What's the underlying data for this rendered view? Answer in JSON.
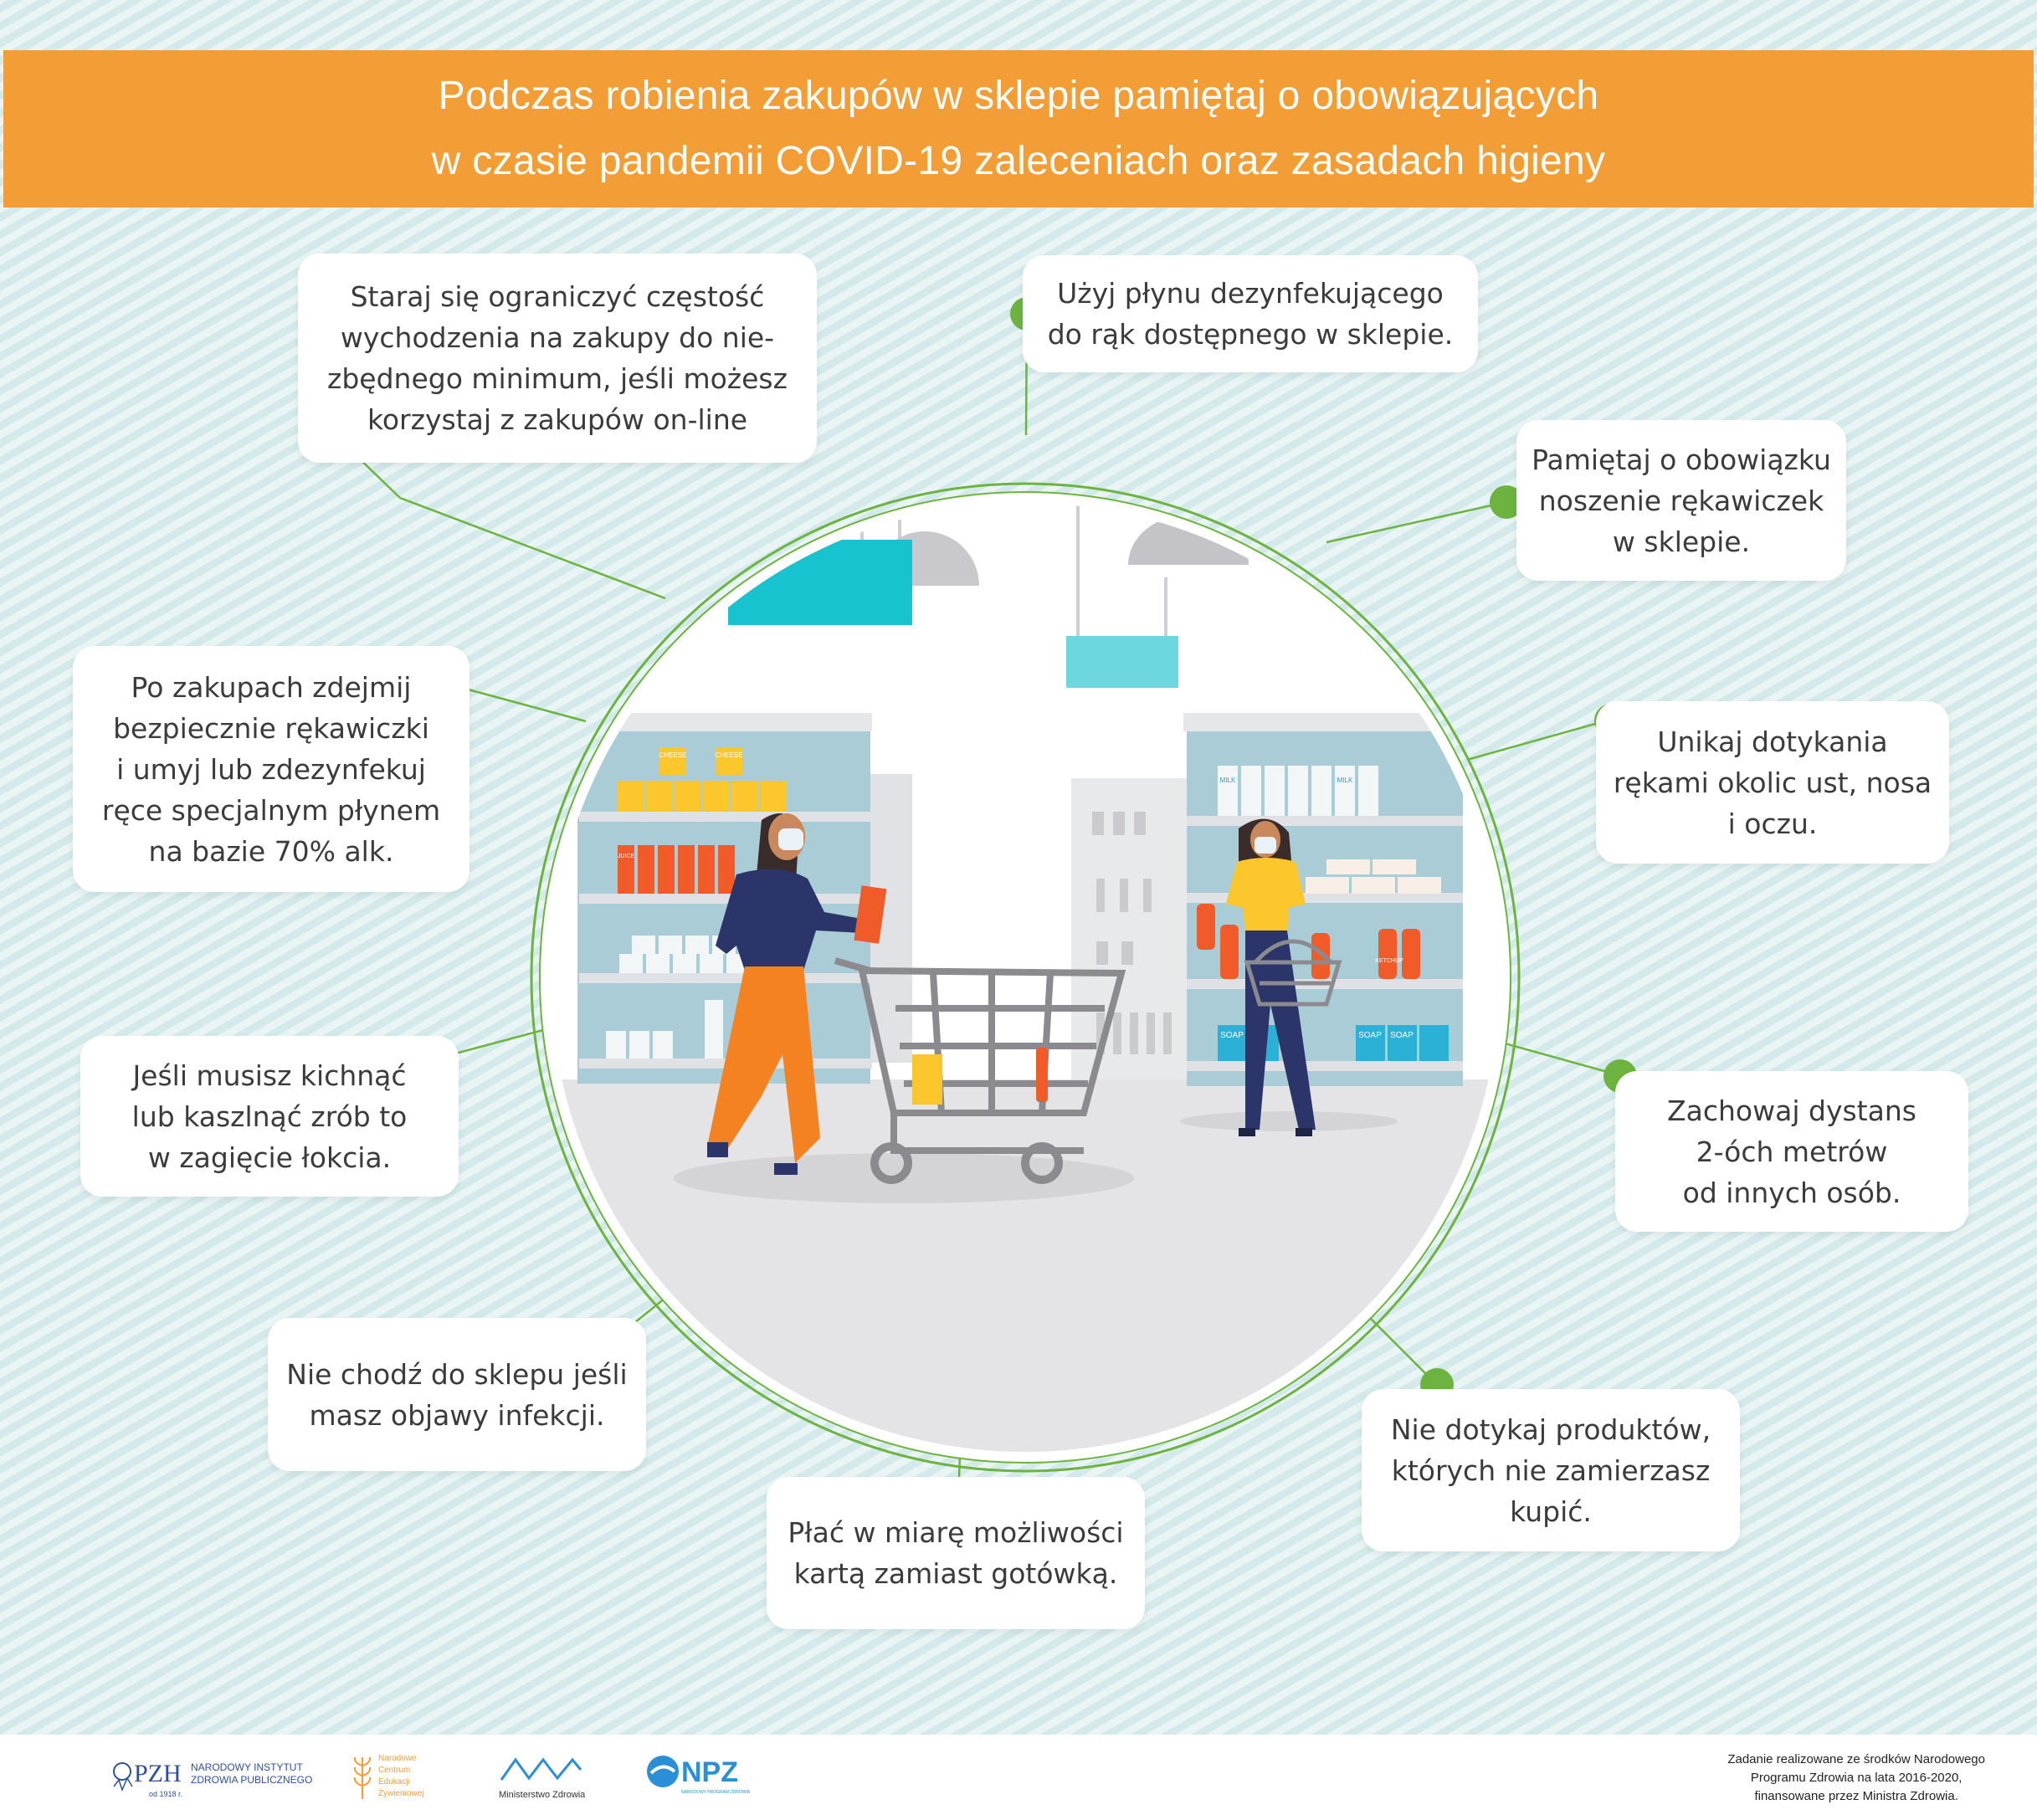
{
  "header": {
    "line1": "Podczas robienia zakupów w sklepie pamiętaj o obowiązujących",
    "line2": "w czasie pandemii COVID-19 zaleceniach oraz zasadach higieny"
  },
  "tips": {
    "limit_shopping": [
      "Staraj się ograniczyć częstość",
      "wychodzenia na zakupy do nie-",
      "zbędnego minimum, jeśli możesz",
      "korzystaj z zakupów on-line"
    ],
    "disinfectant": [
      "Użyj płynu dezynfekującego",
      "do rąk dostępnego w sklepie."
    ],
    "gloves": [
      "Pamiętaj o obowiązku",
      "noszenie rękawiczek",
      "w sklepie."
    ],
    "remove_gloves": [
      "Po zakupach zdejmij",
      "bezpiecznie rękawiczki",
      "i umyj lub zdezynfekuj",
      "ręce specjalnym płynem",
      "na bazie 70% alk."
    ],
    "no_touch_face": [
      "Unikaj dotykania",
      "rękami okolic ust, nosa",
      "i oczu."
    ],
    "sneeze": [
      "Jeśli musisz kichnąć",
      "lub kaszlnąć zrób to",
      "w zagięcie łokcia."
    ],
    "distance": [
      "Zachowaj dystans",
      "2-óch metrów",
      "od innych osób."
    ],
    "stay_home_sick": [
      "Nie chodź do sklepu jeśli",
      "masz objawy infekcji."
    ],
    "card_payment": [
      "Płać w miarę możliwości",
      "kartą zamiast gotówką."
    ],
    "no_touch_products": [
      "Nie dotykaj produktów,",
      "których nie zamierzasz",
      "kupić."
    ]
  },
  "scene_labels": {
    "cheese": "CHEESE",
    "juice": "JUICE",
    "milk": "MILK",
    "ketchup": "KETCHUP",
    "soap": "SOAP"
  },
  "footer": {
    "pzh_abbr": "PZH",
    "pzh_name_1": "NARODOWY INSTYTUT",
    "pzh_name_2": "ZDROWIA PUBLICZNEGO",
    "pzh_since": "od 1918 r.",
    "ncez_1": "Narodowe",
    "ncez_2": "Centrum",
    "ncez_3": "Edukacji",
    "ncez_4": "Żywieniowej",
    "mz_name": "Ministerstwo Zdrowia",
    "npz_abbr": "NPZ",
    "npz_name": "NARODOWY PROGRAM ZDROWIA",
    "funding_1": "Zadanie realizowane ze środków Narodowego",
    "funding_2": "Programu Zdrowia na lata 2016-2020,",
    "funding_3": "finansowane przez Ministra Zdrowia."
  },
  "colors": {
    "banner": "#f29d35",
    "accent_green": "#6db33f",
    "teal_sign": "#17c3cf",
    "orange_pants": "#f58220",
    "yellow_shirt": "#fcc72c"
  }
}
